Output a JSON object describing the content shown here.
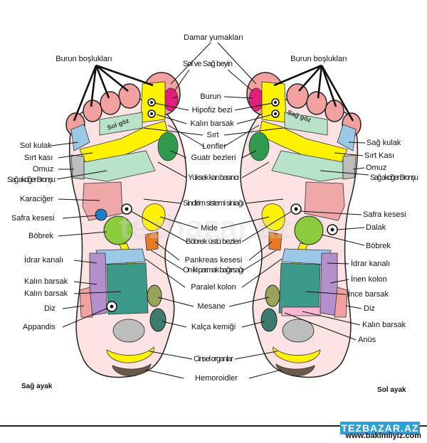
{
  "labels": {
    "damar_yumaklari": "Damar yumakları",
    "burun_bosluklari_left": "Burun boşlukları",
    "burun_bosluklari_right": "Burun boşlukları",
    "sol_ve_sag_beyin": "Sol ve Sağ beyin",
    "burun": "Burun",
    "hipofiz_bezi": "Hipofiz bezi",
    "kalin_barsak_top": "Kalın barsak",
    "sirt": "Sırt",
    "lenfler": "Lenfler",
    "guatr_bezleri": "Guatr bezleri",
    "yuksek_kan_basinci": "Yüksek kan basıncı",
    "sol_kulak": "Sol kulak",
    "sirt_kasi_left": "Sırt kası",
    "omuz_left": "Omuz",
    "sag_akciger_bronsu_left": "Sağ akciğer Bronşu",
    "karaciger": "Karaciğer",
    "safra_kesesi_left": "Safra kesesi",
    "bobrek_left": "Böbrek",
    "sindirim_sistemi_siniragi": "Sindirim sistemi siniağı",
    "mide": "Mide",
    "bobrek_ustu_bezleri": "Böbrek üstü bezleri",
    "pankreas_kesesi": "Pankreas kesesi",
    "on_iki_parmak_bagirsagi": "On iki parmak bağırsağı",
    "paralel_kolon": "Paralel kolon",
    "idrar_kanali_left": "İdrar kanalı",
    "kalin_barsak_left": "Kalın barsak",
    "kalin_barsak_left2": "Kalın barsak",
    "diz_left": "Diz",
    "appandis": "Appandis",
    "mesane": "Mesane",
    "kalca_kemigi": "Kalça kemiği",
    "cinsel_organlar": "Cinsel organlar",
    "hemoroidler": "Hemoroidler",
    "sag_kulak": "Sağ kulak",
    "sirt_kasi_right": "Sırt Kası",
    "omuz_right": "Omuz",
    "sag_akciger_bronsu_right": "Sağ akciğer Bronşu",
    "safra_kesesi_right": "Safra kesesi",
    "dalak": "Dalak",
    "bobrek_right": "Böbrek",
    "idrar_kanali_right": "İdrar kanalı",
    "inen_kolon": "İnen kolon",
    "ince_barsak": "İnce barsak",
    "diz_right": "Diz",
    "kalin_barsak_right": "Kalın barsak",
    "anus": "Anüs",
    "sag_ayak": "Sağ ayak",
    "sol_ayak": "Sol ayak",
    "sol_goz": "Sol göz",
    "sag_goz": "Sağ göz"
  },
  "watermark": "tezbazar.az",
  "brand": "TEZBAZAR.AZ",
  "site": "www.bakimliyiz.com",
  "colors": {
    "brain": "#e0207a",
    "yellow": "#fff200",
    "pink": "#f2a0a0",
    "salmon": "#f0a7a7",
    "lightblue": "#9cc8e8",
    "mint": "#b9e3c9",
    "teal": "#3c9a8a",
    "green": "#2e9a4d",
    "limegreen": "#8ccc3c",
    "purple": "#b390cc",
    "gray": "#bdbdbd",
    "olive": "#99a35a",
    "brown": "#6b5a4c",
    "orange": "#e87a25",
    "blue": "#1e7dc8",
    "sole": "#fbe3e3"
  }
}
